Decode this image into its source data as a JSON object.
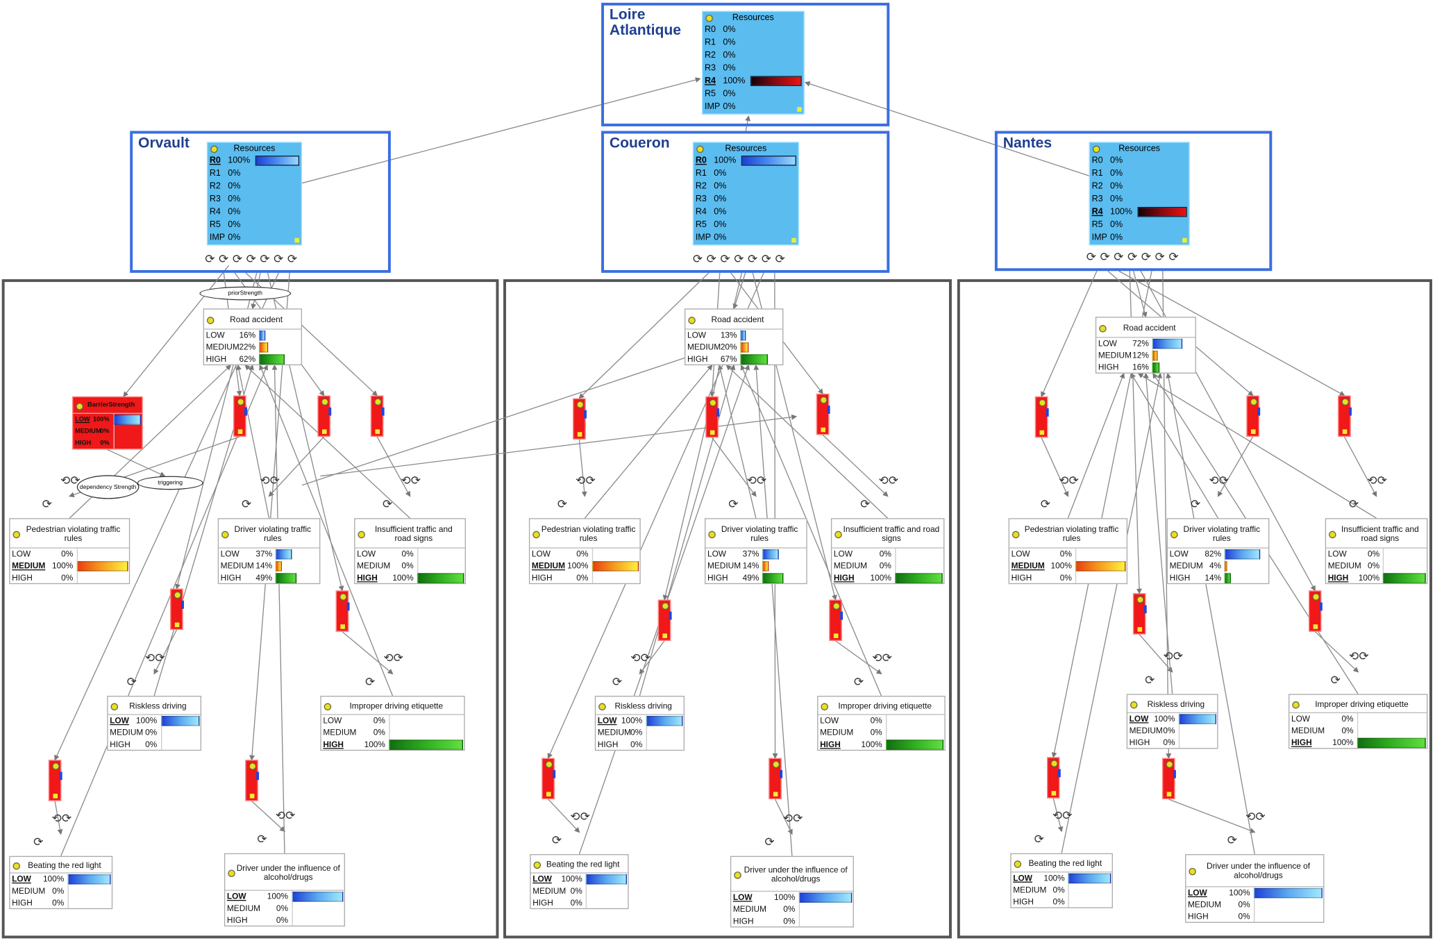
{
  "regions": [
    {
      "key": "loire",
      "name": "Loire\nAtlantique",
      "resources": {
        "title": "Resources",
        "rows": [
          {
            "label": "R0",
            "value": "0%",
            "pct": 0
          },
          {
            "label": "R1",
            "value": "0%",
            "pct": 0
          },
          {
            "label": "R2",
            "value": "0%",
            "pct": 0
          },
          {
            "label": "R3",
            "value": "0%",
            "pct": 0
          },
          {
            "label": "R4",
            "value": "100%",
            "pct": 100,
            "selected": true
          },
          {
            "label": "R5",
            "value": "0%",
            "pct": 0
          },
          {
            "label": "IMP",
            "value": "0%",
            "pct": 0
          }
        ]
      }
    },
    {
      "key": "orvault",
      "name": "Orvault",
      "resources": {
        "title": "Resources",
        "rows": [
          {
            "label": "R0",
            "value": "100%",
            "pct": 100,
            "selected": true
          },
          {
            "label": "R1",
            "value": "0%",
            "pct": 0
          },
          {
            "label": "R2",
            "value": "0%",
            "pct": 0
          },
          {
            "label": "R3",
            "value": "0%",
            "pct": 0
          },
          {
            "label": "R4",
            "value": "0%",
            "pct": 0
          },
          {
            "label": "R5",
            "value": "0%",
            "pct": 0
          },
          {
            "label": "IMP",
            "value": "0%",
            "pct": 0
          }
        ]
      }
    },
    {
      "key": "coueron",
      "name": "Coueron",
      "resources": {
        "title": "Resources",
        "rows": [
          {
            "label": "R0",
            "value": "100%",
            "pct": 100,
            "selected": true
          },
          {
            "label": "R1",
            "value": "0%",
            "pct": 0
          },
          {
            "label": "R2",
            "value": "0%",
            "pct": 0
          },
          {
            "label": "R3",
            "value": "0%",
            "pct": 0
          },
          {
            "label": "R4",
            "value": "0%",
            "pct": 0
          },
          {
            "label": "R5",
            "value": "0%",
            "pct": 0
          },
          {
            "label": "IMP",
            "value": "0%",
            "pct": 0
          }
        ]
      }
    },
    {
      "key": "nantes",
      "name": "Nantes",
      "resources": {
        "title": "Resources",
        "rows": [
          {
            "label": "R0",
            "value": "0%",
            "pct": 0
          },
          {
            "label": "R1",
            "value": "0%",
            "pct": 0
          },
          {
            "label": "R2",
            "value": "0%",
            "pct": 0
          },
          {
            "label": "R3",
            "value": "0%",
            "pct": 0
          },
          {
            "label": "R4",
            "value": "100%",
            "pct": 100,
            "selected": true
          },
          {
            "label": "R5",
            "value": "0%",
            "pct": 0
          },
          {
            "label": "IMP",
            "value": "0%",
            "pct": 0
          }
        ]
      }
    }
  ],
  "panels": [
    {
      "region": "orvault",
      "nodes": {
        "road": {
          "title": "Road accident",
          "states": [
            {
              "label": "LOW",
              "value": "16%",
              "pct": 16
            },
            {
              "label": "MEDIUM",
              "value": "22%",
              "pct": 22
            },
            {
              "label": "HIGH",
              "value": "62%",
              "pct": 62
            }
          ]
        },
        "ped": {
          "title": "Pedestrian violating traffic rules",
          "states": [
            {
              "label": "LOW",
              "value": "0%",
              "pct": 0
            },
            {
              "label": "MEDIUM",
              "value": "100%",
              "pct": 100,
              "selected": true
            },
            {
              "label": "HIGH",
              "value": "0%",
              "pct": 0
            }
          ]
        },
        "driver": {
          "title": "Driver violating traffic rules",
          "states": [
            {
              "label": "LOW",
              "value": "37%",
              "pct": 37
            },
            {
              "label": "MEDIUM",
              "value": "14%",
              "pct": 14
            },
            {
              "label": "HIGH",
              "value": "49%",
              "pct": 49
            }
          ]
        },
        "signs": {
          "title": "Insufficient traffic and road signs",
          "states": [
            {
              "label": "LOW",
              "value": "0%",
              "pct": 0
            },
            {
              "label": "MEDIUM",
              "value": "0%",
              "pct": 0
            },
            {
              "label": "HIGH",
              "value": "100%",
              "pct": 100,
              "selected": true
            }
          ]
        },
        "riskless": {
          "title": "Riskless driving",
          "states": [
            {
              "label": "LOW",
              "value": "100%",
              "pct": 100,
              "selected": true
            },
            {
              "label": "MEDIUM",
              "value": "0%",
              "pct": 0
            },
            {
              "label": "HIGH",
              "value": "0%",
              "pct": 0
            }
          ]
        },
        "etiquette": {
          "title": "Improper driving etiquette",
          "states": [
            {
              "label": "LOW",
              "value": "0%",
              "pct": 0
            },
            {
              "label": "MEDIUM",
              "value": "0%",
              "pct": 0
            },
            {
              "label": "HIGH",
              "value": "100%",
              "pct": 100,
              "selected": true
            }
          ]
        },
        "redlight": {
          "title": "Beating the red light",
          "states": [
            {
              "label": "LOW",
              "value": "100%",
              "pct": 100,
              "selected": true
            },
            {
              "label": "MEDIUM",
              "value": "0%",
              "pct": 0
            },
            {
              "label": "HIGH",
              "value": "0%",
              "pct": 0
            }
          ]
        },
        "alcohol": {
          "title": "Driver under the influence of alcohol/drugs",
          "states": [
            {
              "label": "LOW",
              "value": "100%",
              "pct": 100,
              "selected": true
            },
            {
              "label": "MEDIUM",
              "value": "0%",
              "pct": 0
            },
            {
              "label": "HIGH",
              "value": "0%",
              "pct": 0
            }
          ]
        }
      },
      "barrier": {
        "title": "BarrierStrength",
        "states": [
          {
            "label": "LOW",
            "value": "100%",
            "pct": 100,
            "selected": true
          },
          {
            "label": "MEDIUM",
            "value": "0%",
            "pct": 0
          },
          {
            "label": "HIGH",
            "value": "0%",
            "pct": 0
          }
        ]
      },
      "ellipses": [
        "priorStrength",
        "dependency Strength",
        "triggering"
      ]
    },
    {
      "region": "coueron",
      "nodes": {
        "road": {
          "title": "Road accident",
          "states": [
            {
              "label": "LOW",
              "value": "13%",
              "pct": 13
            },
            {
              "label": "MEDIUM",
              "value": "20%",
              "pct": 20
            },
            {
              "label": "HIGH",
              "value": "67%",
              "pct": 67
            }
          ]
        },
        "ped": {
          "title": "Pedestrian violating traffic rules",
          "states": [
            {
              "label": "LOW",
              "value": "0%",
              "pct": 0
            },
            {
              "label": "MEDIUM",
              "value": "100%",
              "pct": 100,
              "selected": true
            },
            {
              "label": "HIGH",
              "value": "0%",
              "pct": 0
            }
          ]
        },
        "driver": {
          "title": "Driver violating traffic rules",
          "states": [
            {
              "label": "LOW",
              "value": "37%",
              "pct": 37
            },
            {
              "label": "MEDIUM",
              "value": "14%",
              "pct": 14
            },
            {
              "label": "HIGH",
              "value": "49%",
              "pct": 49
            }
          ]
        },
        "signs": {
          "title": "Insufficient traffic and road signs",
          "states": [
            {
              "label": "LOW",
              "value": "0%",
              "pct": 0
            },
            {
              "label": "MEDIUM",
              "value": "0%",
              "pct": 0
            },
            {
              "label": "HIGH",
              "value": "100%",
              "pct": 100,
              "selected": true
            }
          ]
        },
        "riskless": {
          "title": "Riskless driving",
          "states": [
            {
              "label": "LOW",
              "value": "100%",
              "pct": 100,
              "selected": true
            },
            {
              "label": "MEDIUM",
              "value": "0%",
              "pct": 0
            },
            {
              "label": "HIGH",
              "value": "0%",
              "pct": 0
            }
          ]
        },
        "etiquette": {
          "title": "Improper driving etiquette",
          "states": [
            {
              "label": "LOW",
              "value": "0%",
              "pct": 0
            },
            {
              "label": "MEDIUM",
              "value": "0%",
              "pct": 0
            },
            {
              "label": "HIGH",
              "value": "100%",
              "pct": 100,
              "selected": true
            }
          ]
        },
        "redlight": {
          "title": "Beating the red light",
          "states": [
            {
              "label": "LOW",
              "value": "100%",
              "pct": 100,
              "selected": true
            },
            {
              "label": "MEDIUM",
              "value": "0%",
              "pct": 0
            },
            {
              "label": "HIGH",
              "value": "0%",
              "pct": 0
            }
          ]
        },
        "alcohol": {
          "title": "Driver under the influence of alcohol/drugs",
          "states": [
            {
              "label": "LOW",
              "value": "100%",
              "pct": 100,
              "selected": true
            },
            {
              "label": "MEDIUM",
              "value": "0%",
              "pct": 0
            },
            {
              "label": "HIGH",
              "value": "0%",
              "pct": 0
            }
          ]
        }
      }
    },
    {
      "region": "nantes",
      "nodes": {
        "road": {
          "title": "Road accident",
          "states": [
            {
              "label": "LOW",
              "value": "72%",
              "pct": 72
            },
            {
              "label": "MEDIUM",
              "value": "12%",
              "pct": 12
            },
            {
              "label": "HIGH",
              "value": "16%",
              "pct": 16
            }
          ]
        },
        "ped": {
          "title": "Pedestrian violating traffic rules",
          "states": [
            {
              "label": "LOW",
              "value": "0%",
              "pct": 0
            },
            {
              "label": "MEDIUM",
              "value": "100%",
              "pct": 100,
              "selected": true
            },
            {
              "label": "HIGH",
              "value": "0%",
              "pct": 0
            }
          ]
        },
        "driver": {
          "title": "Driver violating traffic rules",
          "states": [
            {
              "label": "LOW",
              "value": "82%",
              "pct": 82
            },
            {
              "label": "MEDIUM",
              "value": "4%",
              "pct": 4
            },
            {
              "label": "HIGH",
              "value": "14%",
              "pct": 14
            }
          ]
        },
        "signs": {
          "title": "Insufficient traffic and road signs",
          "states": [
            {
              "label": "LOW",
              "value": "0%",
              "pct": 0
            },
            {
              "label": "MEDIUM",
              "value": "0%",
              "pct": 0
            },
            {
              "label": "HIGH",
              "value": "100%",
              "pct": 100,
              "selected": true
            }
          ]
        },
        "riskless": {
          "title": "Riskless driving",
          "states": [
            {
              "label": "LOW",
              "value": "100%",
              "pct": 100,
              "selected": true
            },
            {
              "label": "MEDIUM",
              "value": "0%",
              "pct": 0
            },
            {
              "label": "HIGH",
              "value": "0%",
              "pct": 0
            }
          ]
        },
        "etiquette": {
          "title": "Improper driving etiquette",
          "states": [
            {
              "label": "LOW",
              "value": "0%",
              "pct": 0
            },
            {
              "label": "MEDIUM",
              "value": "0%",
              "pct": 0
            },
            {
              "label": "HIGH",
              "value": "100%",
              "pct": 100,
              "selected": true
            }
          ]
        },
        "redlight": {
          "title": "Beating the red light",
          "states": [
            {
              "label": "LOW",
              "value": "100%",
              "pct": 100,
              "selected": true
            },
            {
              "label": "MEDIUM",
              "value": "0%",
              "pct": 0
            },
            {
              "label": "HIGH",
              "value": "0%",
              "pct": 0
            }
          ]
        },
        "alcohol": {
          "title": "Driver under the influence of alcohol/drugs",
          "states": [
            {
              "label": "LOW",
              "value": "100%",
              "pct": 100,
              "selected": true
            },
            {
              "label": "MEDIUM",
              "value": "0%",
              "pct": 0
            },
            {
              "label": "HIGH",
              "value": "0%",
              "pct": 0
            }
          ]
        }
      }
    }
  ],
  "colors": {
    "region_border": "#3a6fe0",
    "resources_bg": "#5bbcef",
    "low": "#2a52e0",
    "medium": "#f07018",
    "high": "#28b020",
    "red_node": "#f01818"
  }
}
